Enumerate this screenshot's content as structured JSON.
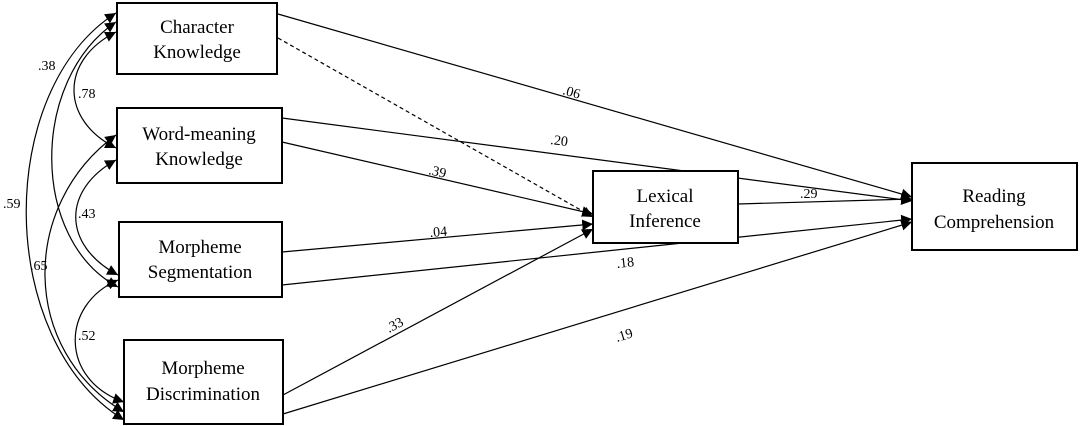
{
  "nodes": {
    "character_knowledge": {
      "line1": "Character",
      "line2": "Knowledge"
    },
    "word_meaning_knowledge": {
      "line1": "Word-meaning",
      "line2": "Knowledge"
    },
    "morpheme_segmentation": {
      "line1": "Morpheme",
      "line2": "Segmentation"
    },
    "morpheme_discrimination": {
      "line1": "Morpheme",
      "line2": "Discrimination"
    },
    "lexical_inference": {
      "line1": "Lexical",
      "line2": "Inference"
    },
    "reading_comprehension": {
      "line1": "Reading",
      "line2": "Comprehension"
    }
  },
  "paths": {
    "ck_to_rc": ".06",
    "wmk_to_rc": ".20",
    "wmk_to_li": ".39",
    "li_to_rc": ".29",
    "ms_to_li": ".04",
    "ms_to_rc": ".18",
    "md_to_li": ".33",
    "md_to_rc": ".19"
  },
  "correlations": {
    "ck_wmk": ".78",
    "ck_ms": ".38",
    "ck_md": ".59",
    "wmk_ms": ".43",
    "wmk_md": ".65",
    "ms_md": ".52"
  }
}
